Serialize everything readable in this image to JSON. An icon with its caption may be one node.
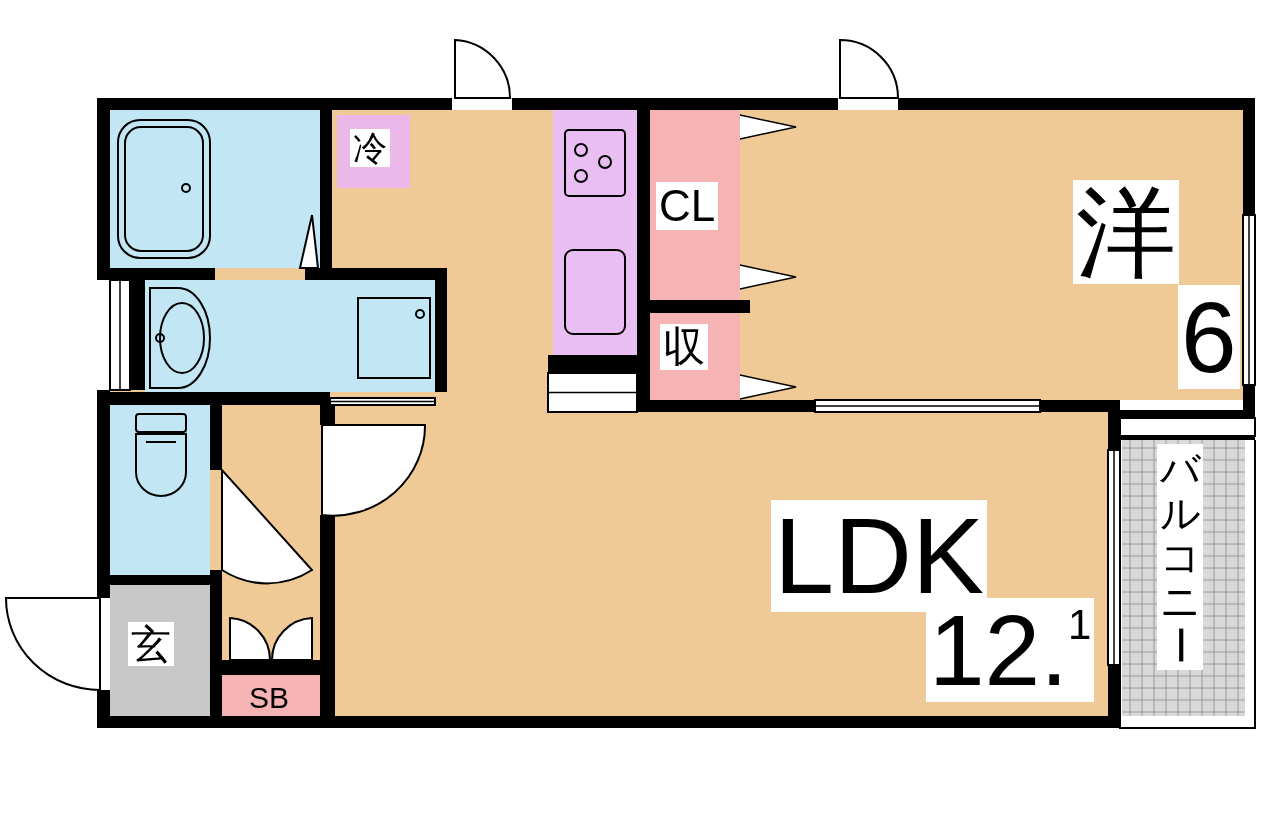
{
  "diagram": {
    "nodes": [
      {
        "text": [],
        "shape": "box"
      },
      {
        "text": [
          "冷"
        ]
      },
      {
        "text": [],
        "shape": "box"
      },
      {
        "text": [
          "CL"
        ]
      },
      {
        "text": [
          "洋",
          "6"
        ]
      },
      {
        "text": [],
        "shape": "box"
      },
      {
        "text": [
          "収"
        ]
      },
      {
        "text": [],
        "shape": "box"
      },
      {
        "text": [
          "LDK",
          "12.$^{1}$"
        ]
      },
      {
        "text": [
          "バルコニー"
        ]
      },
      {
        "text": [
          "玄"
        ]
      },
      {
        "text": [
          "SB"
        ]
      }
    ]
  }
}
